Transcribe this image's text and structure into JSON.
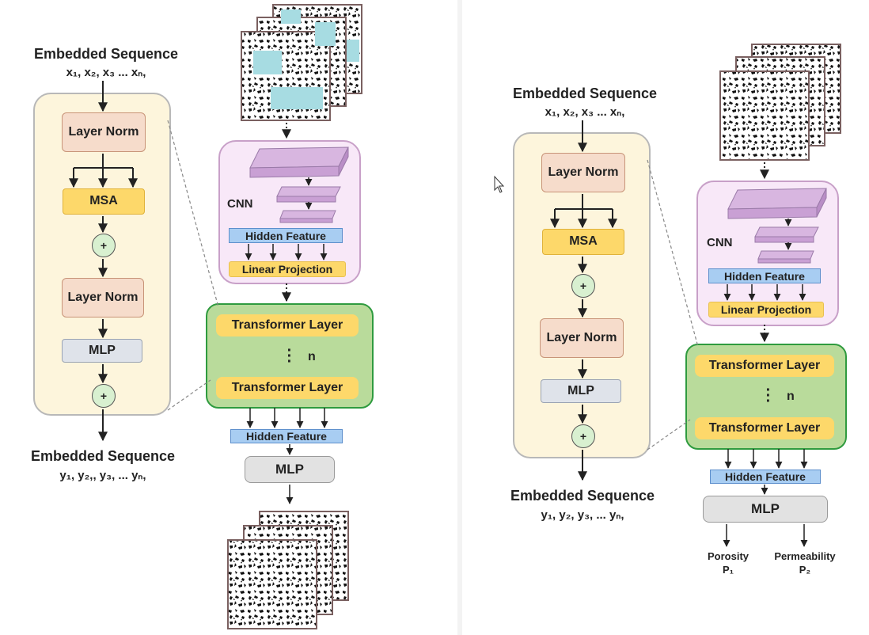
{
  "left": {
    "input_title": "Embedded Sequence",
    "input_vars": "x₁, x₂, x₃ ... xₙ,",
    "output_title": "Embedded Sequence",
    "output_vars": "y₁, y₂,, y₃, ... yₙ,",
    "encoder": {
      "layernorm1": "Layer Norm",
      "msa": "MSA",
      "plus1": "+",
      "layernorm2": "Layer Norm",
      "mlp": "MLP",
      "plus2": "+"
    },
    "cnn_label": "CNN",
    "hidden_feature_top": "Hidden Feature",
    "linear_projection": "Linear Projection",
    "transformer_top": "Transformer Layer",
    "transformer_bottom": "Transformer Layer",
    "n_label": "n",
    "hidden_feature_bottom": "Hidden Feature",
    "mlp_out": "MLP"
  },
  "right": {
    "input_title": "Embedded Sequence",
    "input_vars": "x₁, x₂, x₃ ... xₙ,",
    "output_title": "Embedded Sequence",
    "output_vars": "y₁, y₂, y₃, ... yₙ,",
    "encoder": {
      "layernorm1": "Layer Norm",
      "msa": "MSA",
      "plus1": "+",
      "layernorm2": "Layer Norm",
      "mlp": "MLP",
      "plus2": "+"
    },
    "cnn_label": "CNN",
    "hidden_feature_top": "Hidden Feature",
    "linear_projection": "Linear Projection",
    "transformer_top": "Transformer Layer",
    "transformer_bottom": "Transformer Layer",
    "n_label": "n",
    "hidden_feature_bottom": "Hidden Feature",
    "mlp_out": "MLP",
    "output1_name": "Porosity",
    "output1_symbol": "P₁",
    "output2_name": "Permeability",
    "output2_symbol": "P₂"
  },
  "colors": {
    "encoder_fill": "#fdf5dc",
    "layernorm_fill": "#f6dccb",
    "msa_fill": "#fdd86a",
    "cnn_fill": "#f8e8f8",
    "transformer_fill": "#b9db9b",
    "transformer_border": "#2f9b3f",
    "hidden_feature_fill": "#a8cdf2",
    "mask_patch": "#a7dce2"
  }
}
